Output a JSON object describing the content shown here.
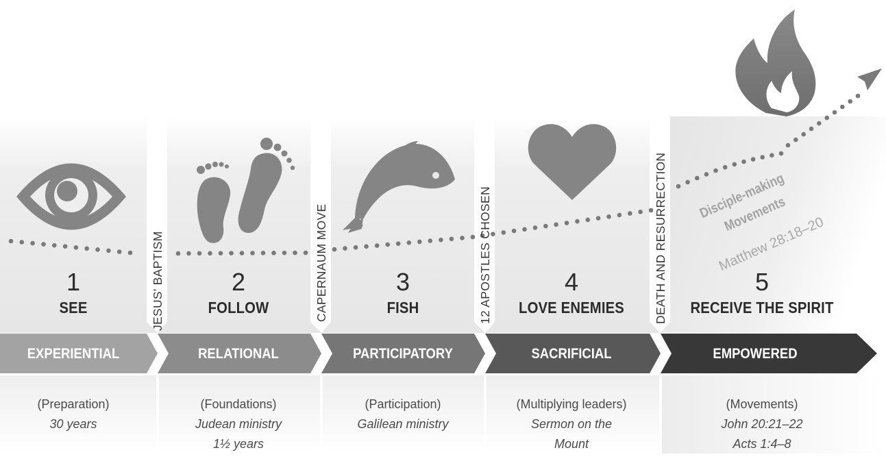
{
  "stages": [
    {
      "number": "1",
      "title": "SEE",
      "band": "EXPERIENTIAL",
      "desc_plain": "(Preparation)",
      "desc_lines": [
        "30 years"
      ],
      "icon": "eye-icon"
    },
    {
      "number": "2",
      "title": "FOLLOW",
      "band": "RELATIONAL",
      "desc_plain": "(Foundations)",
      "desc_lines": [
        "Judean ministry",
        "1½ years"
      ],
      "icon": "footprints-icon"
    },
    {
      "number": "3",
      "title": "FISH",
      "band": "PARTICIPATORY",
      "desc_plain": "(Participation)",
      "desc_lines": [
        "Galilean ministry"
      ],
      "icon": "fish-icon"
    },
    {
      "number": "4",
      "title": "LOVE ENEMIES",
      "band": "SACRIFICIAL",
      "desc_plain": "(Multiplying leaders)",
      "desc_lines": [
        "Sermon on the",
        "Mount"
      ],
      "icon": "heart-icon"
    },
    {
      "number": "5",
      "title": "RECEIVE THE SPIRIT",
      "band": "EMPOWERED",
      "desc_plain": "(Movements)",
      "desc_lines": [
        "John 20:21–22",
        "Acts 1:4–8"
      ],
      "icon": "flame-icon"
    }
  ],
  "milestones": [
    "JESUS' BAPTISM",
    "CAPERNAUM MOVE",
    "12 APOSTLES CHOSEN",
    "DEATH AND RESURRECTION"
  ],
  "movement": {
    "line1": "Disciple-making",
    "line2": "Movements",
    "reference": "Matthew 28:18–20"
  },
  "colors": {
    "band": [
      "#a3a3a3",
      "#8c8c8c",
      "#767676",
      "#585858",
      "#383838"
    ],
    "icon": "#858585",
    "panel": "#e9e9e9",
    "dots": "#7a7a7a"
  }
}
